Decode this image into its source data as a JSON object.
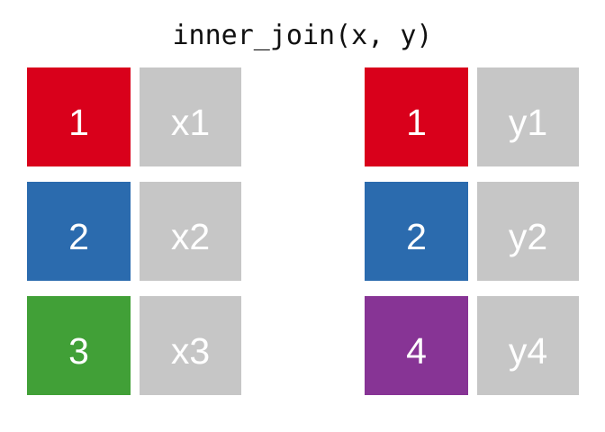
{
  "figure": {
    "title": "inner_join(x, y)",
    "background_color": "#ffffff",
    "title_color": "#111111"
  },
  "palette": {
    "red": "#d9001b",
    "blue": "#2b6bae",
    "green": "#41a037",
    "purple": "#873495",
    "gray": "#c6c6c6",
    "label_color": "#ffffff"
  },
  "tables": [
    {
      "name": "x",
      "rows": [
        {
          "key": "1",
          "key_color": "#d9001b",
          "value": "x1",
          "value_color": "#c6c6c6"
        },
        {
          "key": "2",
          "key_color": "#2b6bae",
          "value": "x2",
          "value_color": "#c6c6c6"
        },
        {
          "key": "3",
          "key_color": "#41a037",
          "value": "x3",
          "value_color": "#c6c6c6"
        }
      ]
    },
    {
      "name": "y",
      "rows": [
        {
          "key": "1",
          "key_color": "#d9001b",
          "value": "y1",
          "value_color": "#c6c6c6"
        },
        {
          "key": "2",
          "key_color": "#2b6bae",
          "value": "y2",
          "value_color": "#c6c6c6"
        },
        {
          "key": "4",
          "key_color": "#873495",
          "value": "y4",
          "value_color": "#c6c6c6"
        }
      ]
    }
  ]
}
